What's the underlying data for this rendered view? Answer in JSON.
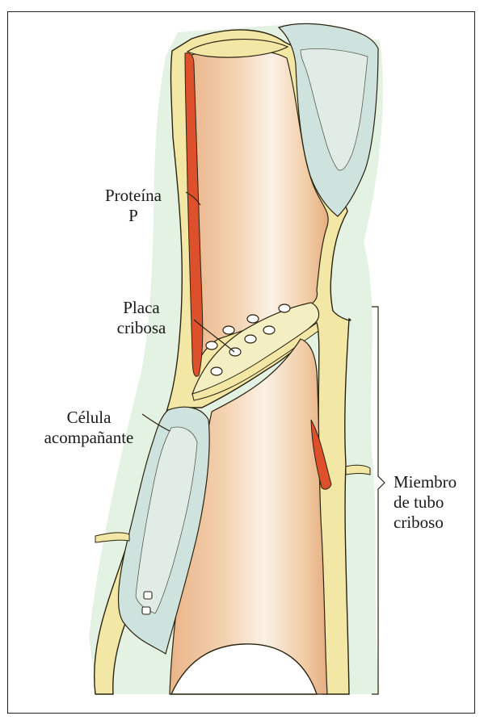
{
  "labels": {
    "proteina": [
      "Proteína",
      "P"
    ],
    "placa": [
      "Placa",
      "cribosa"
    ],
    "celula": [
      "Célula",
      "acompañante"
    ],
    "miembro": [
      "Miembro",
      "de tubo",
      "criboso"
    ]
  },
  "colors": {
    "halo": "#dcefdc",
    "wall": "#f3e7a6",
    "wall_stroke": "#2b2411",
    "tube": "#f1cda6",
    "tube_light": "#fbf1e6",
    "companion": "#cfe3de",
    "protein": "#de4f2c",
    "plate": "#f4eec3"
  }
}
